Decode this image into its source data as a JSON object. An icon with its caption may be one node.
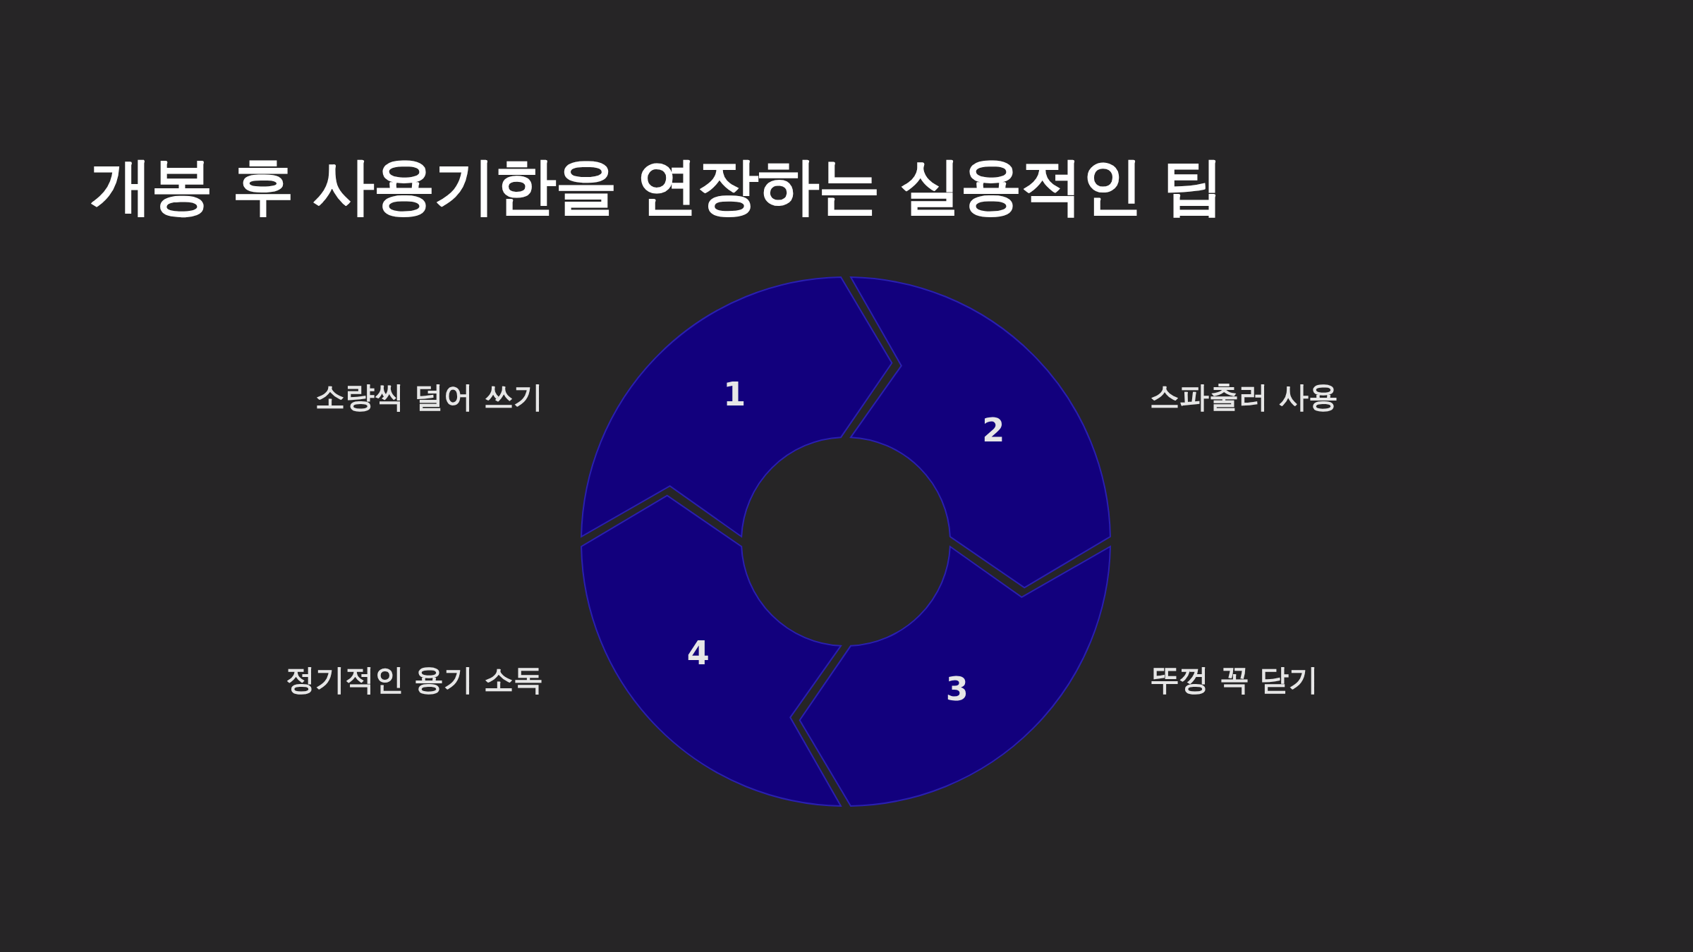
{
  "diagram": {
    "title": "개봉 후 사용기한을 연장하는 실용적인 팁",
    "nodes": [
      {
        "text": [
          "1"
        ],
        "beside": [
          "소량씩 덜어 쓰기"
        ]
      },
      {
        "text": [
          "2"
        ],
        "beside": [
          "스파출러 사용"
        ]
      },
      {
        "text": [
          "3"
        ],
        "beside": [
          "뚜껑 꼭 닫기"
        ]
      },
      {
        "text": [
          "4"
        ],
        "beside": [
          "정기적인 용기 소독"
        ]
      }
    ]
  }
}
